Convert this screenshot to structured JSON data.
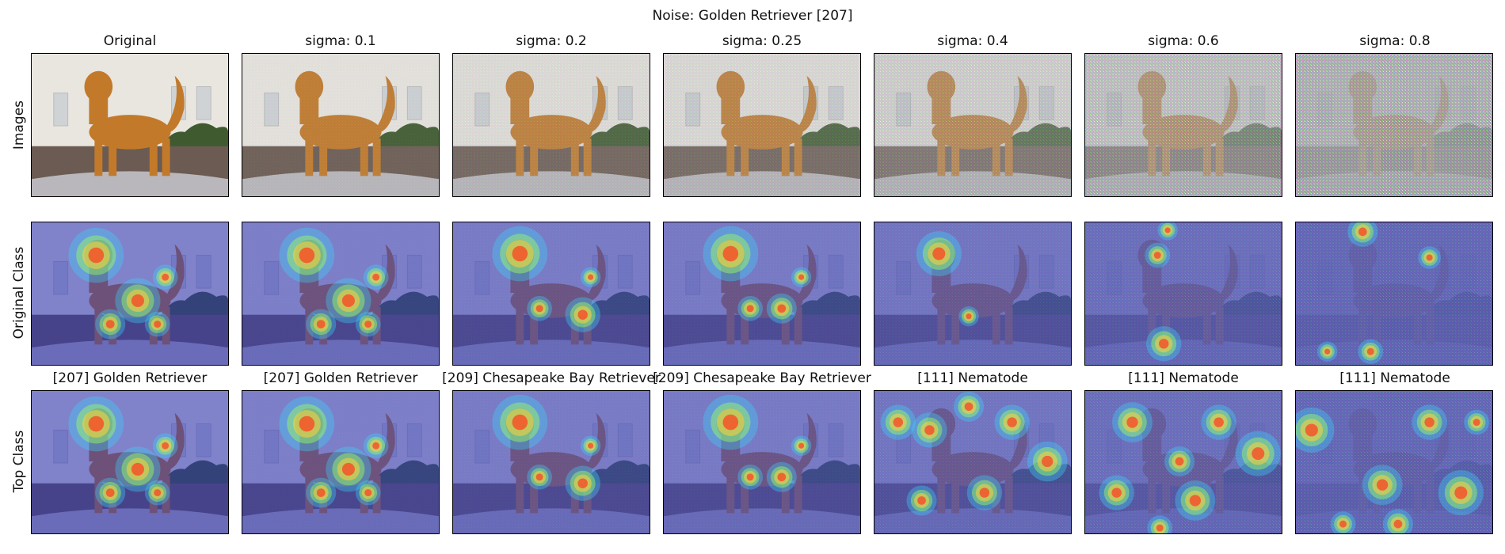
{
  "figure": {
    "title": "Noise: Golden Retriever [207]"
  },
  "columns": [
    {
      "header": "Original",
      "sigma": 0.0
    },
    {
      "header": "sigma: 0.1",
      "sigma": 0.1
    },
    {
      "header": "sigma: 0.2",
      "sigma": 0.2
    },
    {
      "header": "sigma: 0.25",
      "sigma": 0.25
    },
    {
      "header": "sigma: 0.4",
      "sigma": 0.4
    },
    {
      "header": "sigma: 0.6",
      "sigma": 0.6
    },
    {
      "header": "sigma: 0.8",
      "sigma": 0.8
    }
  ],
  "rows": [
    {
      "label": "Images"
    },
    {
      "label": "Original Class"
    },
    {
      "label": "Top Class"
    }
  ],
  "top_class_titles": [
    "[207] Golden Retriever",
    "[207] Golden Retriever",
    "[209] Chesapeake Bay Retriever",
    "[209] Chesapeake Bay Retriever",
    "[111] Nematode",
    "[111] Nematode",
    "[111] Nematode"
  ]
}
